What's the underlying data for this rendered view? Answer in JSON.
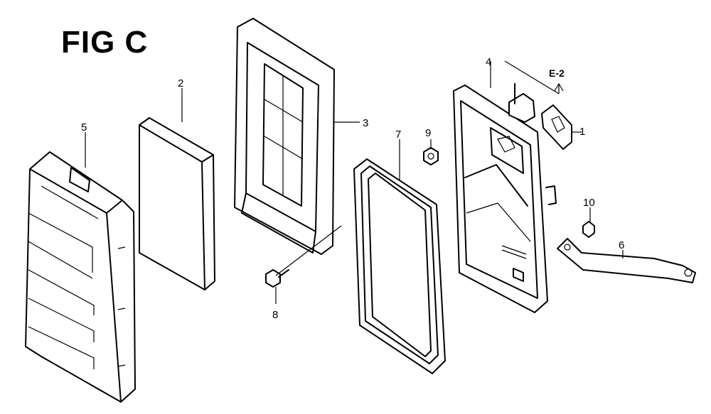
{
  "figure": {
    "title": "FIG C"
  },
  "callouts": [
    {
      "id": "1",
      "text": "1"
    },
    {
      "id": "2",
      "text": "2"
    },
    {
      "id": "3",
      "text": "3"
    },
    {
      "id": "4",
      "text": "4"
    },
    {
      "id": "5",
      "text": "5"
    },
    {
      "id": "6",
      "text": "6"
    },
    {
      "id": "7",
      "text": "7"
    },
    {
      "id": "8",
      "text": "8"
    },
    {
      "id": "9",
      "text": "9"
    },
    {
      "id": "10",
      "text": "10"
    }
  ],
  "reference": {
    "label": "E-2"
  }
}
